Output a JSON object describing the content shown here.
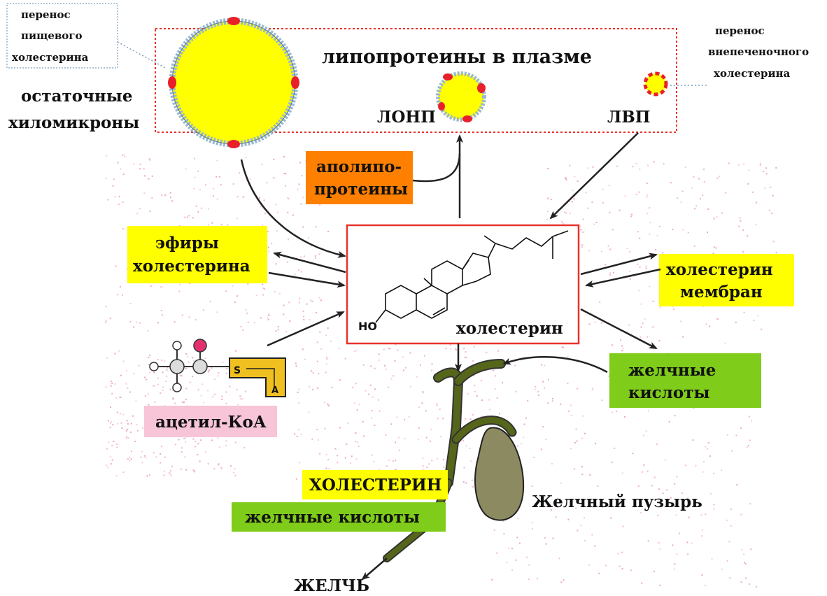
{
  "plasma_box": {
    "title": "липопротеины в плазме",
    "vldl": "ЛОНП",
    "hdl": "ЛВП"
  },
  "remnant_chylomicrons": [
    "остаточные",
    "хиломикроны"
  ],
  "dietary_transfer": [
    "перенос",
    "пищевого",
    "холестерина"
  ],
  "extrahepatic_transfer": [
    "перенос",
    "внепеченочного",
    "холестерина"
  ],
  "apolipoproteins": [
    "аполипо-",
    "протеины"
  ],
  "cholesterol_esters": [
    "эфиры",
    "холестерина"
  ],
  "membrane_cholesterol": [
    "холестерин",
    "мембран"
  ],
  "center_label": "холестерин",
  "ho_label": "HO",
  "acetyl_coa": "ацетил-КоА",
  "coa_s": "S",
  "coa_a": "A",
  "bile_acids_right": [
    "желчные",
    "кислоты"
  ],
  "bile_cholesterol": "ХОЛЕСТЕРИН",
  "bile_acids_bottom": "желчные кислоты",
  "gallbladder": "Желчный пузырь",
  "bile": "ЖЕЛЧЬ",
  "colors": {
    "yellow_box": "#ffff00",
    "orange_box": "#ff7f00",
    "green_box": "#7fcc1a",
    "pink_box": "#f7c4d8",
    "lipoprotein_core": "#ffff00",
    "apo_red": "#e8202a",
    "shell_blue": "#9ab8d0",
    "border_red": "#e8322a",
    "duct_green": "#55661a",
    "gallbladder_fill": "#8c8a60"
  }
}
